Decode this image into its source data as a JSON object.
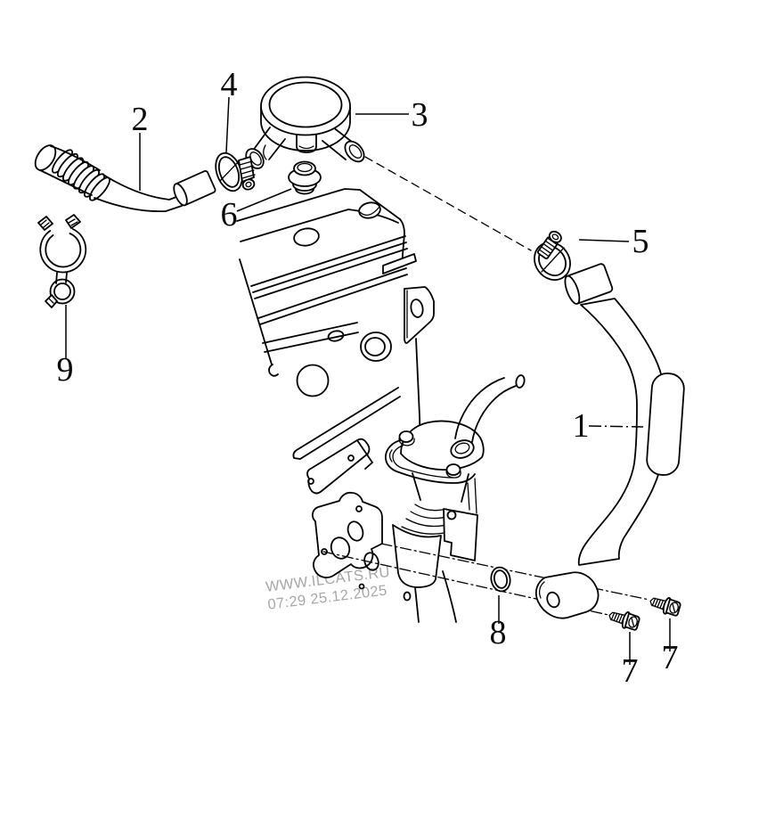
{
  "page": {
    "background": "#ffffff"
  },
  "diagram": {
    "type": "exploded-parts-illustration",
    "callouts": [
      {
        "label": "1"
      },
      {
        "label": "2"
      },
      {
        "label": "3"
      },
      {
        "label": "4"
      },
      {
        "label": "5"
      },
      {
        "label": "6"
      },
      {
        "label": "7"
      },
      {
        "label": "7"
      },
      {
        "label": "8"
      },
      {
        "label": "9"
      }
    ],
    "watermark": {
      "line1": "WWW.ILCATS.RU",
      "line2": "07:29 25.12.2025",
      "color": "#989898"
    },
    "colors": {
      "line": "#000000",
      "label": "#0a0a0a"
    }
  }
}
